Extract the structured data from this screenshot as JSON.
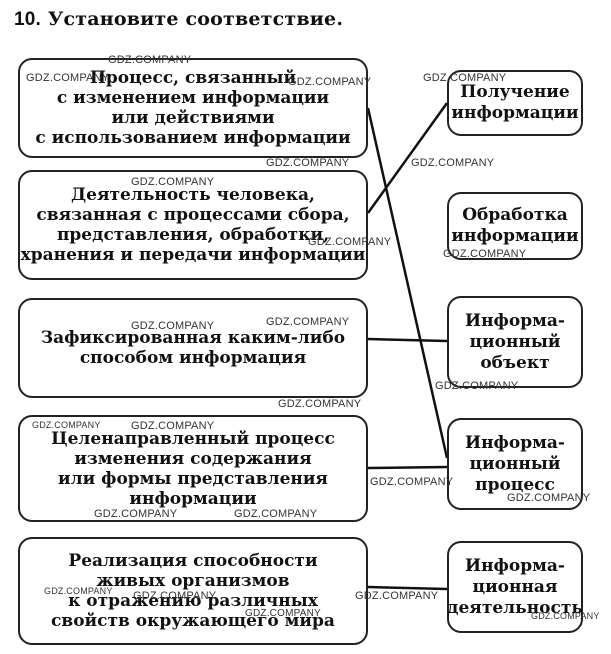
{
  "task": {
    "number": "10.",
    "title": "Установите соответствие."
  },
  "left_items": [
    "Процесс, связанный\nс изменением информации\nили действиями\nс использованием информации",
    "Деятельность человека,\nсвязанная с процессами сбора,\nпредставления, обработки,\nхранения и передачи информации",
    "Зафиксированная каким-либо\nспособом информация",
    "Целенаправленный процесс\nизменения содержания\nили формы представления\nинформации",
    "Реализация способности\nживых организмов\nк отражению различных\nсвойств окружающего мира"
  ],
  "right_items": [
    "Получение\nинформации",
    "Обработка\nинформации",
    "Информа-\nционный\nобъект",
    "Информа-\nционный\nпроцесс",
    "Информа-\nционная\nдеятельность"
  ],
  "watermark": "GDZ.COMPANY"
}
